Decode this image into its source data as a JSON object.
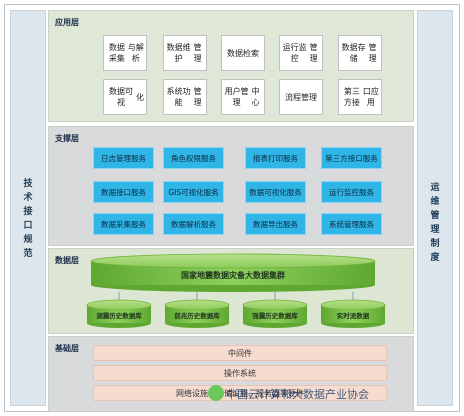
{
  "side_left": [
    "技",
    "术",
    "接",
    "口",
    "规",
    "范"
  ],
  "side_right": [
    "运",
    "维",
    "管",
    "理",
    "制",
    "度"
  ],
  "app_layer": {
    "title": "应用层",
    "items": [
      [
        "数据采集",
        "与解析"
      ],
      [
        "数据维护",
        "管理"
      ],
      [
        "数据检索"
      ],
      [
        "运行监控",
        "管理"
      ],
      [
        "数据存储",
        "管理"
      ],
      [
        "数据可视",
        "化"
      ],
      [
        "系统功能",
        "管理"
      ],
      [
        "用户管理",
        "中心"
      ],
      [
        "流程管理"
      ],
      [
        "第三方接",
        "口应用"
      ]
    ]
  },
  "support_layer": {
    "title": "支撑层",
    "services": [
      "日志管理服务",
      "角色权限服务",
      "报表打印服务",
      "第三方接口服务",
      "数据接口服务",
      "GIS可视化服务",
      "数据可视化服务",
      "运行监控服务",
      "数据采集服务",
      "数据解析服务",
      "数据导出服务",
      "系统管理服务"
    ]
  },
  "data_layer": {
    "title": "数据层",
    "cluster": "国家地震数据灾备大数据集群",
    "databases": [
      "测震历史数据库",
      "前兆历史数据库",
      "强震历史数据库",
      "实时流数据"
    ]
  },
  "base_layer": {
    "title": "基础层",
    "bars": [
      "中间件",
      "操作系统",
      "网络设施、存储设施、服务器等硬件"
    ]
  },
  "watermark": "中国云计算和大数据产业协会",
  "colors": {
    "service_blue": "#2fb5e6",
    "cylinder_green": "#7fc34a",
    "base_bar": "#f6dcd0"
  }
}
